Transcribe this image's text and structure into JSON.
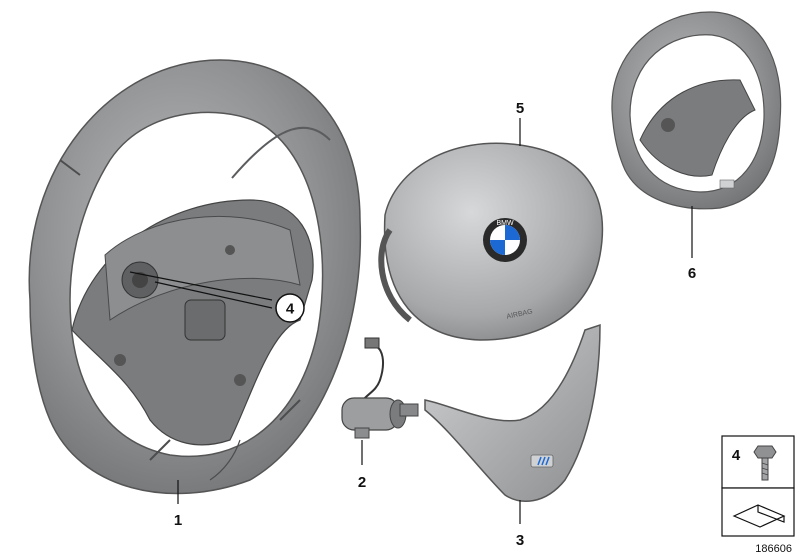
{
  "callouts": {
    "steering_wheel": "1",
    "contact_unit": "2",
    "trim_cover": "3",
    "screw": "4",
    "airbag_module": "5",
    "steering_wheel_small": "6"
  },
  "legend": {
    "screw_label": "4"
  },
  "airbag": {
    "logo_text": "BMW",
    "emboss_text": "AIRBAG"
  },
  "diagram_id": "186606",
  "colors": {
    "part_fill": "#9a9c9e",
    "part_dark": "#6e7072",
    "line": "#111111",
    "bmw_blue": "#1c69d4"
  }
}
